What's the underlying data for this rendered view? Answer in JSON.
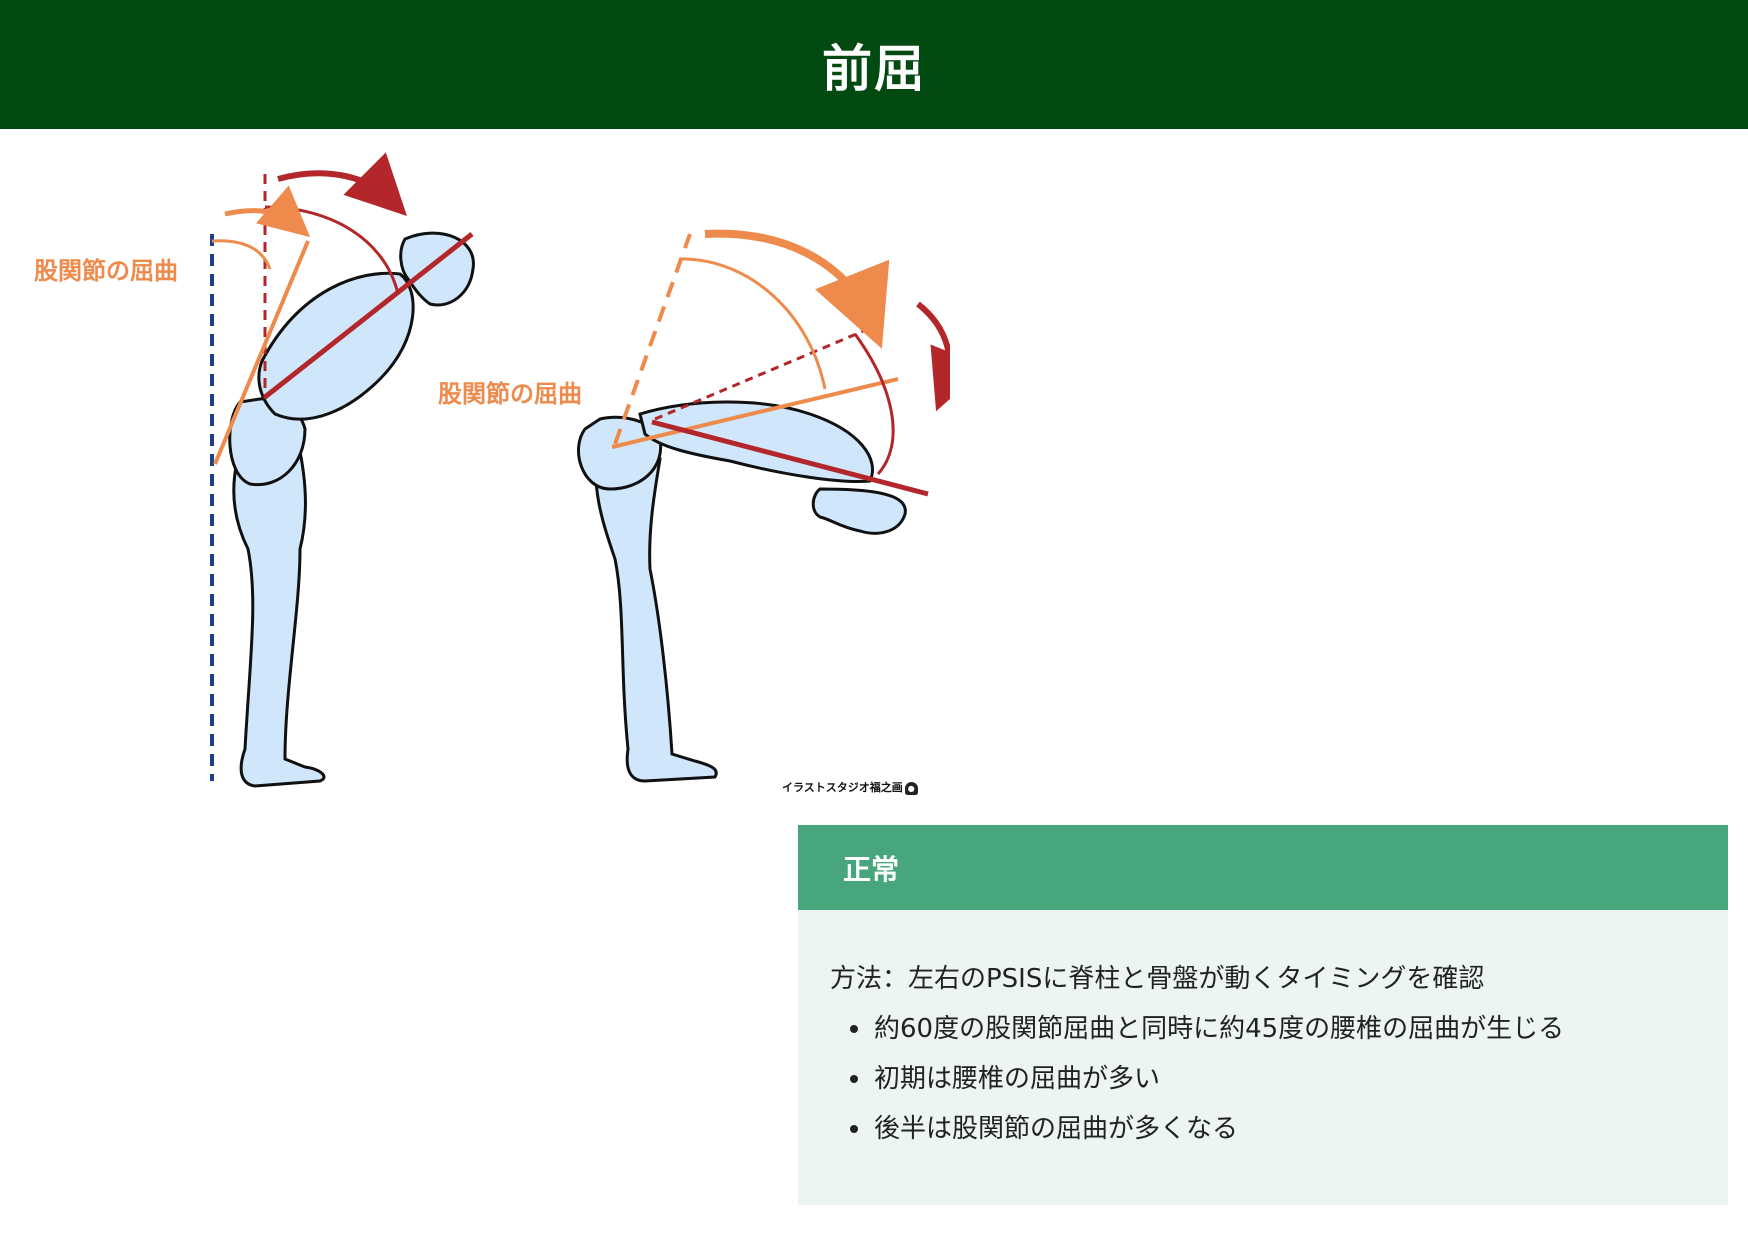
{
  "header": {
    "title": "前屈"
  },
  "figure": {
    "labels": [
      "股関節の屈曲",
      "股関節の屈曲"
    ],
    "credit": "イラストスタジオ福之画",
    "colors": {
      "body_fill": "#cfe6fb",
      "outline": "#111111",
      "spine_line": "#b3262a",
      "pelvis_line": "#ee8a4c",
      "vertical_reference": "#1f3f8a"
    }
  },
  "card": {
    "title": "正常",
    "method": "方法：左右のPSISに脊柱と骨盤が動くタイミングを確認",
    "items": [
      "約60度の股関節屈曲と同時に約45度の腰椎の屈曲が生じる",
      "初期は腰椎の屈曲が多い",
      "後半は股関節の屈曲が多くなる"
    ],
    "colors": {
      "header_bg": "#48a67d",
      "body_bg": "#ecf5f0"
    }
  },
  "colors": {
    "header_bg": "#034a12",
    "header_text": "#ffffff"
  }
}
